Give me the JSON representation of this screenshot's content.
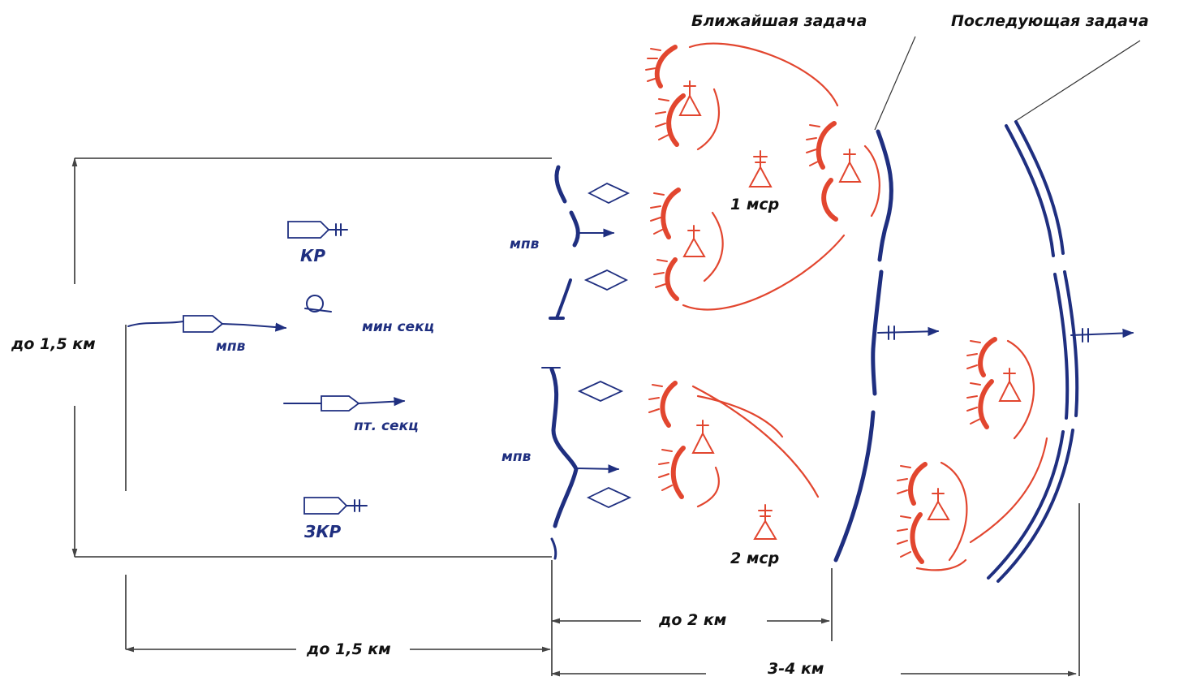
{
  "labels": {
    "immediate_task": "Ближайшая задача",
    "subsequent_task": "Последующая задача",
    "msr1": "1 мср",
    "msr2": "2 мср",
    "mpv_left": "мпв",
    "mpv_top": "мпв",
    "mpv_bottom": "мпв",
    "kr": "КР",
    "zkr": "ЗКР",
    "min_sekts": "мин секц",
    "pt_sekts": "пт. секц",
    "width_depth": "до 1,5 км",
    "dist_front_1": "до 1,5 км",
    "dist_front_2": "до 2 км",
    "dist_front_3": "3-4 км"
  },
  "colors": {
    "blue": "#1f2f80",
    "red": "#e2462f",
    "dim": "#333333"
  },
  "icons": {
    "rhombus": "rhombus-icon",
    "vehicle": "armored-vehicle-icon",
    "mortar": "mortar-icon",
    "command_post": "company-command-post-icon"
  }
}
